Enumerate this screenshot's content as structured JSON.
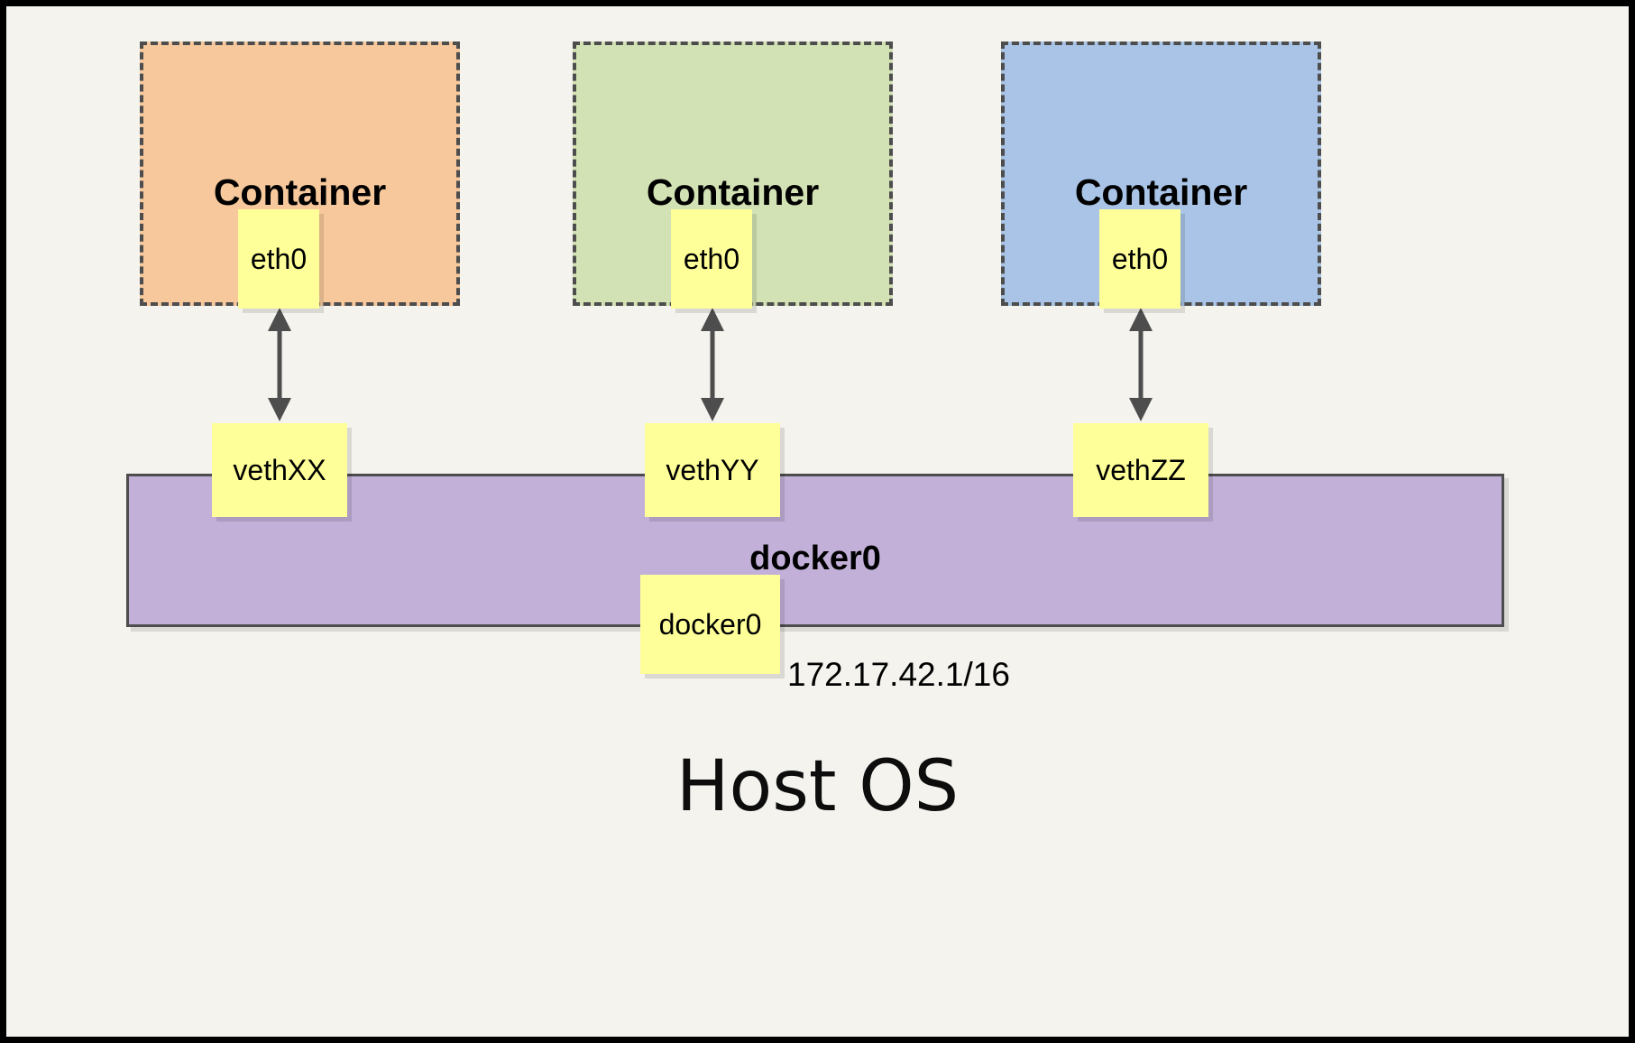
{
  "diagram": {
    "title_text": "Host OS",
    "bridge": {
      "name": "docker0",
      "note_label": "docker0",
      "ip": "172.17.42.1/16"
    },
    "containers": [
      {
        "label": "Container",
        "iface": "eth0",
        "color": "#f7c89c",
        "veth": "vethXX"
      },
      {
        "label": "Container",
        "iface": "eth0",
        "color": "#d3e2b4",
        "veth": "vethYY"
      },
      {
        "label": "Container",
        "iface": "eth0",
        "color": "#a9c4e6",
        "veth": "vethZZ"
      }
    ],
    "colors": {
      "background": "#f4f3ee",
      "frame": "#000000",
      "note": "#ffff99",
      "bridge": "#c2b0d8",
      "dash_border": "#4d4d4d",
      "arrow": "#4d4d4d",
      "container_orange": "#f7c89c",
      "container_green": "#d3e2b4",
      "container_blue": "#a9c4e6"
    }
  }
}
